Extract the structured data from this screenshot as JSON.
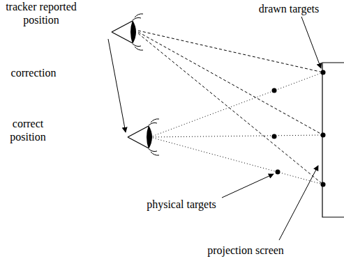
{
  "diagram": {
    "labels": [
      "tracker reported position",
      "correction",
      "correct position",
      "drawn targets",
      "physical targets",
      "projection screen"
    ]
  }
}
